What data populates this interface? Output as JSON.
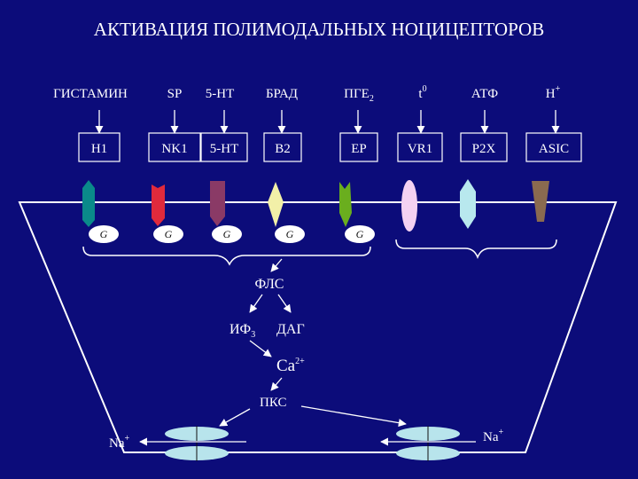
{
  "title": "АКТИВАЦИЯ ПОЛИМОДАЛЬНЫХ НОЦИЦЕПТОРОВ",
  "ligands": [
    {
      "label": "ГИСТАМИН",
      "sup": "",
      "sub": ""
    },
    {
      "label": "SP",
      "sup": "",
      "sub": ""
    },
    {
      "label": "5-HT",
      "sup": "",
      "sub": ""
    },
    {
      "label": "БРАД",
      "sup": "",
      "sub": ""
    },
    {
      "label": "ПГЕ",
      "sup": "",
      "sub": "2"
    },
    {
      "label": "t",
      "sup": "0",
      "sub": ""
    },
    {
      "label": "АТФ",
      "sup": "",
      "sub": ""
    },
    {
      "label": "H",
      "sup": "+",
      "sub": ""
    }
  ],
  "receptors": [
    "H1",
    "NK1",
    "5-HT",
    "B2",
    "EP",
    "VR1",
    "P2X",
    "ASIC"
  ],
  "g_protein_label": "G",
  "colors": {
    "background": "#0c0c7a",
    "h1": "#0a8a8a",
    "nk1": "#e02a3c",
    "ht5": "#8a3a66",
    "b2": "#f2f0a8",
    "ep": "#6aae1e",
    "vr1": "#f4d2f2",
    "p2x": "#b8e8ee",
    "asic": "#8a6a50",
    "channel": "#b8e4ec"
  },
  "pathway": {
    "plc": "ФЛС",
    "ip3": "ИФ",
    "ip3_sub": "3",
    "dag": "ДАГ",
    "ca": "Ca",
    "ca_sup": "2+",
    "pkc": "ПКС",
    "na_left": "Na",
    "na_right": "Na",
    "na_sup": "+"
  }
}
